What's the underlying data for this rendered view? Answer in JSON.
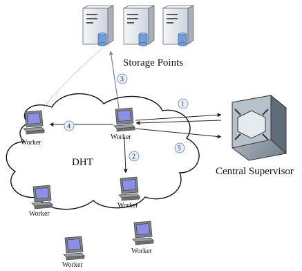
{
  "diagram": {
    "storage_label": "Storage Points",
    "dht_label": "DHT",
    "supervisor_label": "Central Supervisor",
    "worker_label": "Worker",
    "steps": [
      "1",
      "2",
      "3",
      "4",
      "5"
    ]
  },
  "colors": {
    "server_body": "#dfe3ea",
    "server_side": "#a9b0bb",
    "database": "#6e9ed6",
    "monitor_screen": "#8b8fe6",
    "monitor_body": "#7f8287",
    "step_circle_fill": "#e8eefc",
    "step_circle_stroke": "#7f9cc9",
    "supervisor_body": "#8d9aa6"
  }
}
